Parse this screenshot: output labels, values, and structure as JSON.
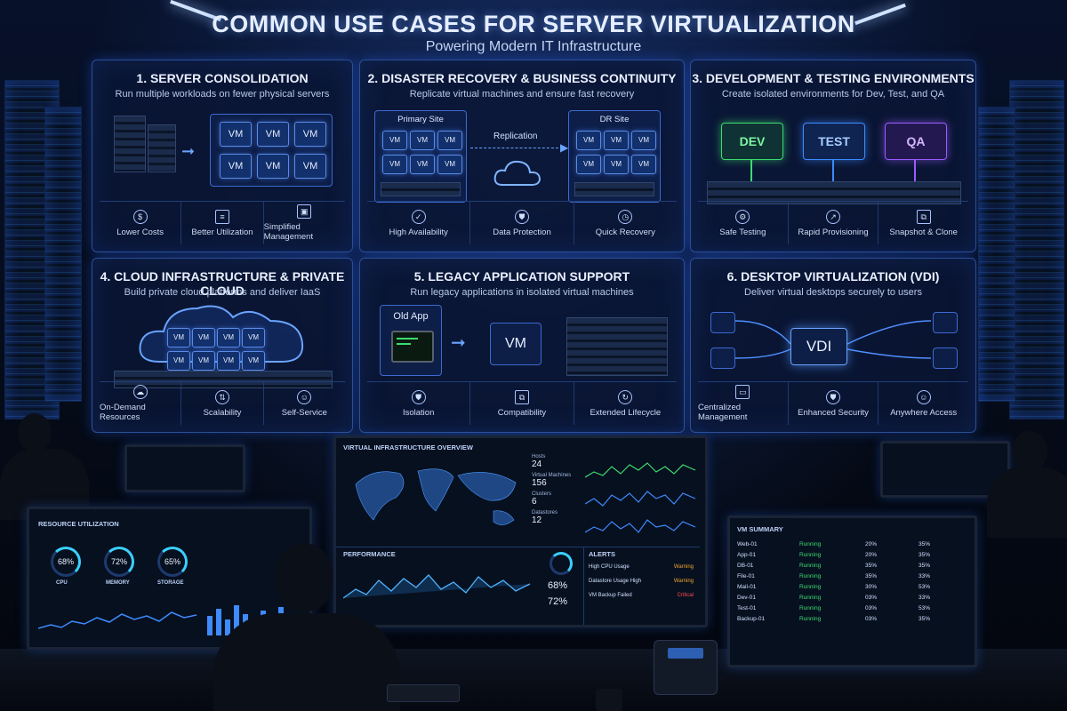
{
  "header": {
    "title": "COMMON USE CASES FOR SERVER VIRTUALIZATION",
    "subtitle": "Powering Modern IT Infrastructure"
  },
  "cards": [
    {
      "title": "1. SERVER CONSOLIDATION",
      "subtitle": "Run multiple workloads on fewer physical servers",
      "vm_label": "VM",
      "features": [
        {
          "label": "Lower Costs",
          "icon": "dollar-icon"
        },
        {
          "label": "Better Utilization",
          "icon": "list-icon"
        },
        {
          "label": "Simplified Management",
          "icon": "boxes-icon"
        }
      ]
    },
    {
      "title": "2. DISASTER RECOVERY & BUSINESS CONTINUITY",
      "subtitle": "Replicate virtual machines and ensure fast recovery",
      "primary_site": "Primary Site",
      "dr_site": "DR Site",
      "replication": "Replication",
      "vm_label": "VM",
      "features": [
        {
          "label": "High Availability",
          "icon": "shield-check-icon"
        },
        {
          "label": "Data Protection",
          "icon": "shield-icon"
        },
        {
          "label": "Quick Recovery",
          "icon": "clock-icon"
        }
      ]
    },
    {
      "title": "3. DEVELOPMENT & TESTING ENVIRONMENTS",
      "subtitle": "Create isolated environments for Dev, Test, and QA",
      "envs": [
        "DEV",
        "TEST",
        "QA"
      ],
      "features": [
        {
          "label": "Safe Testing",
          "icon": "gear-icon"
        },
        {
          "label": "Rapid Provisioning",
          "icon": "rocket-icon"
        },
        {
          "label": "Snapshot & Clone",
          "icon": "snapshot-icon"
        }
      ]
    },
    {
      "title": "4. CLOUD INFRASTRUCTURE & PRIVATE CLOUD",
      "subtitle": "Build private cloud platforms and deliver IaaS",
      "vm_label": "VM",
      "features": [
        {
          "label": "On-Demand Resources",
          "icon": "cloud-icon"
        },
        {
          "label": "Scalability",
          "icon": "scale-icon"
        },
        {
          "label": "Self-Service",
          "icon": "user-icon"
        }
      ]
    },
    {
      "title": "5. LEGACY APPLICATION SUPPORT",
      "subtitle": "Run legacy applications in isolated virtual machines",
      "old_app": "Old App",
      "vm_label": "VM",
      "features": [
        {
          "label": "Isolation",
          "icon": "shield-icon"
        },
        {
          "label": "Compatibility",
          "icon": "layers-icon"
        },
        {
          "label": "Extended Lifecycle",
          "icon": "refresh-icon"
        }
      ]
    },
    {
      "title": "6. DESKTOP VIRTUALIZATION (VDI)",
      "subtitle": "Deliver virtual desktops securely to users",
      "vdi": "VDI",
      "features": [
        {
          "label": "Centralized Management",
          "icon": "monitor-icon"
        },
        {
          "label": "Enhanced Security",
          "icon": "shield-icon"
        },
        {
          "label": "Anywhere Access",
          "icon": "user-icon"
        }
      ]
    }
  ],
  "center_monitor": {
    "title": "VIRTUAL INFRASTRUCTURE OVERVIEW",
    "stats": [
      {
        "label": "Hosts",
        "value": "24"
      },
      {
        "label": "Virtual Machines",
        "value": "156"
      },
      {
        "label": "Clusters",
        "value": "6"
      },
      {
        "label": "Datastores",
        "value": "12"
      }
    ],
    "performance_label": "PERFORMANCE",
    "cpu_value": "68%",
    "memory_value": "72%",
    "alerts_label": "ALERTS",
    "alerts": [
      {
        "text": "High CPU Usage",
        "status": "Warning"
      },
      {
        "text": "Datastore Usage High",
        "status": "Warning"
      },
      {
        "text": "VM Backup Failed",
        "status": "Critical"
      }
    ]
  },
  "left_monitor": {
    "title": "RESOURCE UTILIZATION",
    "gauges": [
      {
        "value": "68%",
        "label": "CPU"
      },
      {
        "value": "72%",
        "label": "MEMORY"
      },
      {
        "value": "65%",
        "label": "STORAGE"
      }
    ]
  },
  "right_monitor": {
    "title": "VM SUMMARY",
    "rows": [
      {
        "name": "Web-01",
        "status": "Running",
        "cpu": "20%",
        "mem": "35%"
      },
      {
        "name": "App-01",
        "status": "Running",
        "cpu": "20%",
        "mem": "35%"
      },
      {
        "name": "DB-01",
        "status": "Running",
        "cpu": "35%",
        "mem": "35%"
      },
      {
        "name": "File-01",
        "status": "Running",
        "cpu": "35%",
        "mem": "33%"
      },
      {
        "name": "Mail-01",
        "status": "Running",
        "cpu": "30%",
        "mem": "53%"
      },
      {
        "name": "Dev-01",
        "status": "Running",
        "cpu": "03%",
        "mem": "33%"
      },
      {
        "name": "Test-01",
        "status": "Running",
        "cpu": "03%",
        "mem": "53%"
      },
      {
        "name": "Backup-01",
        "status": "Running",
        "cpu": "03%",
        "mem": "35%"
      }
    ]
  },
  "colors": {
    "accent": "#3d8bff",
    "running": "#3ddc6e",
    "warning": "#f0a531",
    "critical": "#ff4d4d"
  }
}
